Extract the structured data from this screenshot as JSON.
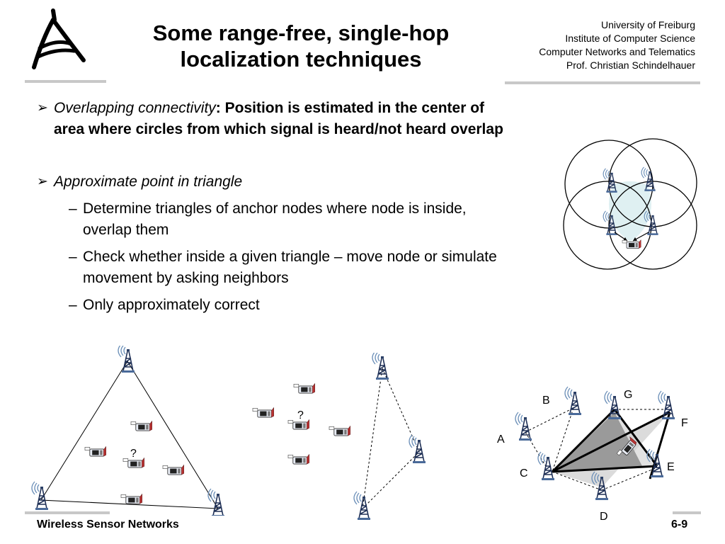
{
  "title": "Some range-free, single-hop localization techniques",
  "affiliation": {
    "line1": "University of Freiburg",
    "line2": "Institute of Computer Science",
    "line3": "Computer Networks and Telematics",
    "line4": "Prof. Christian Schindelhauer"
  },
  "bullets": {
    "b1_marker": "➢",
    "b1_italic": "Overlapping connectivity",
    "b1_bold": ": Position is estimated in the center of area where circles from which signal is heard/not heard overlap",
    "b2_marker": "➢",
    "b2_italic": "Approximate point in triangle",
    "sub_marker": "–",
    "sub1": "Determine triangles of anchor nodes where node is inside, overlap them",
    "sub2": "Check whether inside a given triangle – move node or simulate movement by asking neighbors",
    "sub3": "Only approximately correct"
  },
  "diagram": {
    "question_mark": "?",
    "labels": {
      "a": "A",
      "b": "B",
      "c": "C",
      "d": "D",
      "e": "E",
      "f": "F",
      "g": "G"
    }
  },
  "footer": {
    "course": "Wireless Sensor Networks",
    "page": "6-9"
  }
}
